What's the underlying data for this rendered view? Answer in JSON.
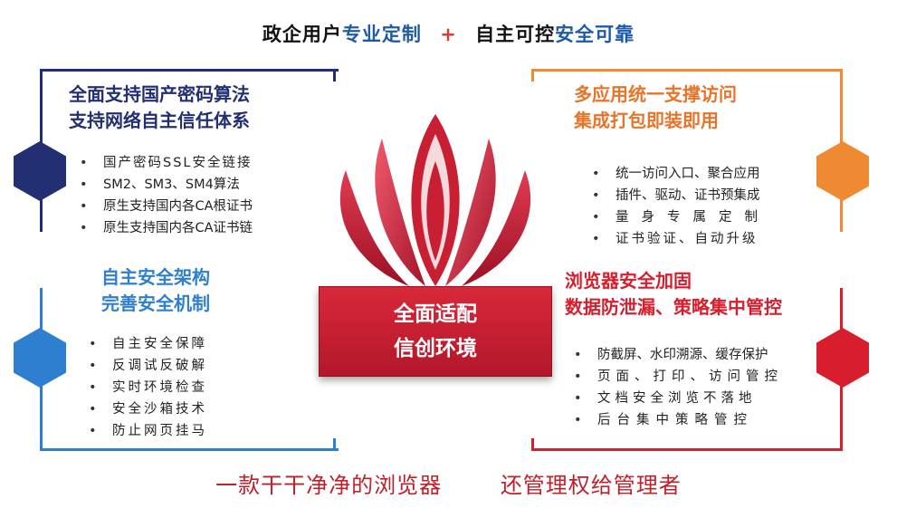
{
  "header": {
    "part1_black": "政企用户",
    "part1_blue": "专业定制",
    "plus": "+",
    "part2_black": "自主可控",
    "part2_blue": "安全可靠"
  },
  "center": {
    "line1": "全面适配",
    "line2": "信创环境"
  },
  "top_left": {
    "title1": "全面支持国产密码算法",
    "title2": "支持网络自主信任体系",
    "items": [
      "国产密码SSL安全链接",
      "SM2、SM3、SM4算法",
      "原生支持国内各CA根证书",
      "原生支持国内各CA证书链"
    ]
  },
  "bottom_left": {
    "title1": "自主安全架构",
    "title2": "完善安全机制",
    "items": [
      "自主安全保障",
      "反调试反破解",
      "实时环境检查",
      "安全沙箱技术",
      "防止网页挂马"
    ]
  },
  "top_right": {
    "title1": "多应用统一支撑访问",
    "title2": "集成打包即装即用",
    "items": [
      "统一访问入口、聚合应用",
      "插件、驱动、证书预集成",
      "量身专属定制",
      "证书验证、自动升级"
    ]
  },
  "bottom_right": {
    "title1": "浏览器安全加固",
    "title2": "数据防泄漏、策略集中管控",
    "items": [
      "防截屏、水印溯源、缓存保护",
      "页面、打印、访问管控",
      "文档安全浏览不落地",
      "后台集中策略管控"
    ]
  },
  "footer": {
    "left": "一款干干净净的浏览器",
    "right": "还管理权给管理者"
  },
  "colors": {
    "navy": "#232f73",
    "orange": "#f08a32",
    "blue": "#2f7fd1",
    "red": "#d81e2c",
    "center_red": "#c81f32",
    "footer_red": "#c11f2a"
  }
}
